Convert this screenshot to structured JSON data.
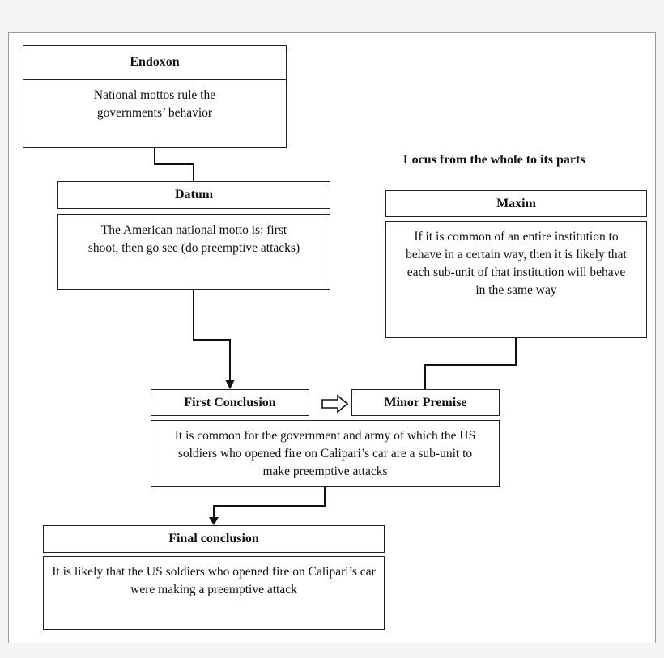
{
  "locus_title": "Locus from the whole to its parts",
  "endoxon": {
    "heading": "Endoxon",
    "text": "National mottos rule the governments’ behavior"
  },
  "datum": {
    "heading": "Datum",
    "text": "The American national motto is: first shoot, then go see (do preemptive attacks)"
  },
  "maxim": {
    "heading": "Maxim",
    "text": "If it is common of an entire institution to behave in a certain way, then it is likely that each sub-unit of that institution will behave in the same way"
  },
  "first_conclusion": {
    "heading": "First Conclusion",
    "text": "It is common for the government and army of which the US soldiers who opened fire on Calipari’s car are a sub-unit to make preemptive attacks"
  },
  "minor_premise": {
    "heading": "Minor Premise"
  },
  "final_conclusion": {
    "heading": "Final conclusion",
    "text": "It is likely that the US soldiers who opened fire on Calipari’s car were making a preemptive attack"
  }
}
